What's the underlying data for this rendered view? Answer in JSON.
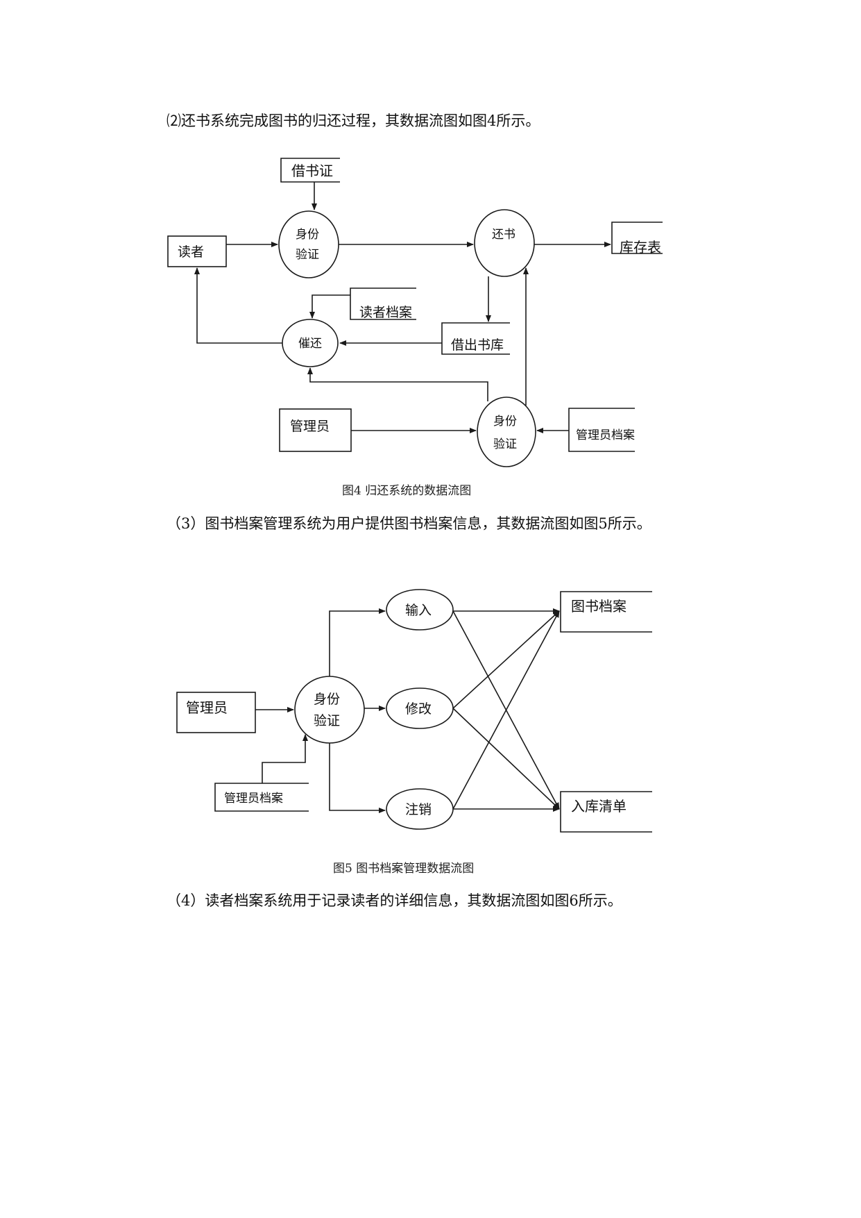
{
  "paragraphs": [
    "⑵还书系统完成图书的归还过程，其数据流图如图4所示。",
    "（3）图书档案管理系统为用户提供图书档案信息，其数据流图如图5所示。",
    "（4）读者档案系统用于记录读者的详细信息，其数据流图如图6所示。"
  ],
  "figure4": {
    "caption": "图4    归还系统的数据流图",
    "entities": {
      "reader": "读者",
      "admin": "管理员"
    },
    "stores": {
      "library_card": "借书证",
      "reader_archive": "读者档案",
      "borrowed_books": "借出书库",
      "inventory": "库存表",
      "admin_archive": "管理员档案"
    },
    "processes": {
      "verify_top_line1": "身份",
      "verify_top_line2": "验证",
      "return_book": "还书",
      "remind": "催还",
      "verify_bottom_line1": "身份",
      "verify_bottom_line2": "验证"
    }
  },
  "figure5": {
    "caption": "图5    图书档案管理数据流图",
    "entities": {
      "admin": "管理员"
    },
    "stores": {
      "admin_archive": "管理员档案",
      "book_archive": "图书档案",
      "stock_list": "入库清单"
    },
    "processes": {
      "verify_line1": "身份",
      "verify_line2": "验证",
      "input": "输入",
      "modify": "修改",
      "cancel": "注销"
    }
  }
}
